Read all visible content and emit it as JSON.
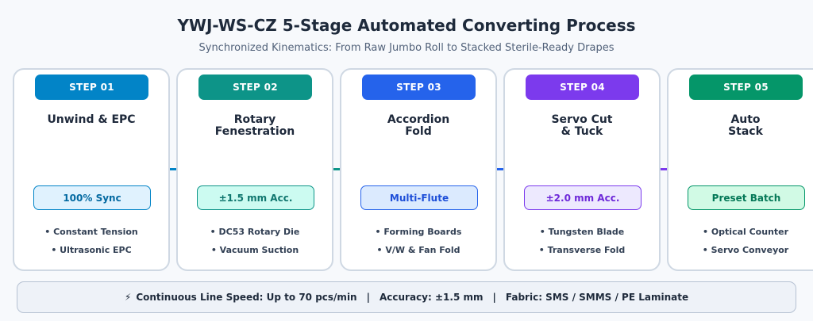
{
  "title": "YWJ-WS-CZ 5-Stage Automated Converting Process",
  "subtitle": "Synchronized Kinematics: From Raw Jumbo Roll to Stacked Sterile-Ready Drapes",
  "steps": [
    {
      "badge": "STEP 01",
      "name": "Unwind & EPC",
      "metric": "100% Sync",
      "features": [
        "• Constant Tension",
        "• Ultrasonic EPC"
      ],
      "color": "#0284c7",
      "metric_bg": "#e0f2fe",
      "metric_text": "#0369a1"
    },
    {
      "badge": "STEP 02",
      "name": "Rotary\nFenestration",
      "metric": "±1.5 mm Acc.",
      "features": [
        "• DC53 Rotary Die",
        "• Vacuum Suction"
      ],
      "color": "#0d9488",
      "metric_bg": "#ccfbf1",
      "metric_text": "#0f766e"
    },
    {
      "badge": "STEP 03",
      "name": "Accordion\nFold",
      "metric": "Multi-Flute",
      "features": [
        "• Forming Boards",
        "• V/W & Fan Fold"
      ],
      "color": "#2563eb",
      "metric_bg": "#dbeafe",
      "metric_text": "#1d4ed8"
    },
    {
      "badge": "STEP 04",
      "name": "Servo Cut\n& Tuck",
      "metric": "±2.0 mm Acc.",
      "features": [
        "• Tungsten Blade",
        "• Transverse Fold"
      ],
      "color": "#7c3aed",
      "metric_bg": "#ede9fe",
      "metric_text": "#6d28d9"
    },
    {
      "badge": "STEP 05",
      "name": "Auto\nStack",
      "metric": "Preset Batch",
      "features": [
        "• Optical Counter",
        "• Servo Conveyor"
      ],
      "color": "#059669",
      "metric_bg": "#d1fae5",
      "metric_text": "#047857"
    }
  ],
  "footer": {
    "icon": "⚡",
    "speed": "Continuous Line Speed: Up to 70 pcs/min",
    "accuracy": "Accuracy: ±1.5 mm",
    "fabric": "Fabric: SMS / SMMS / PE Laminate",
    "separator": "|"
  }
}
